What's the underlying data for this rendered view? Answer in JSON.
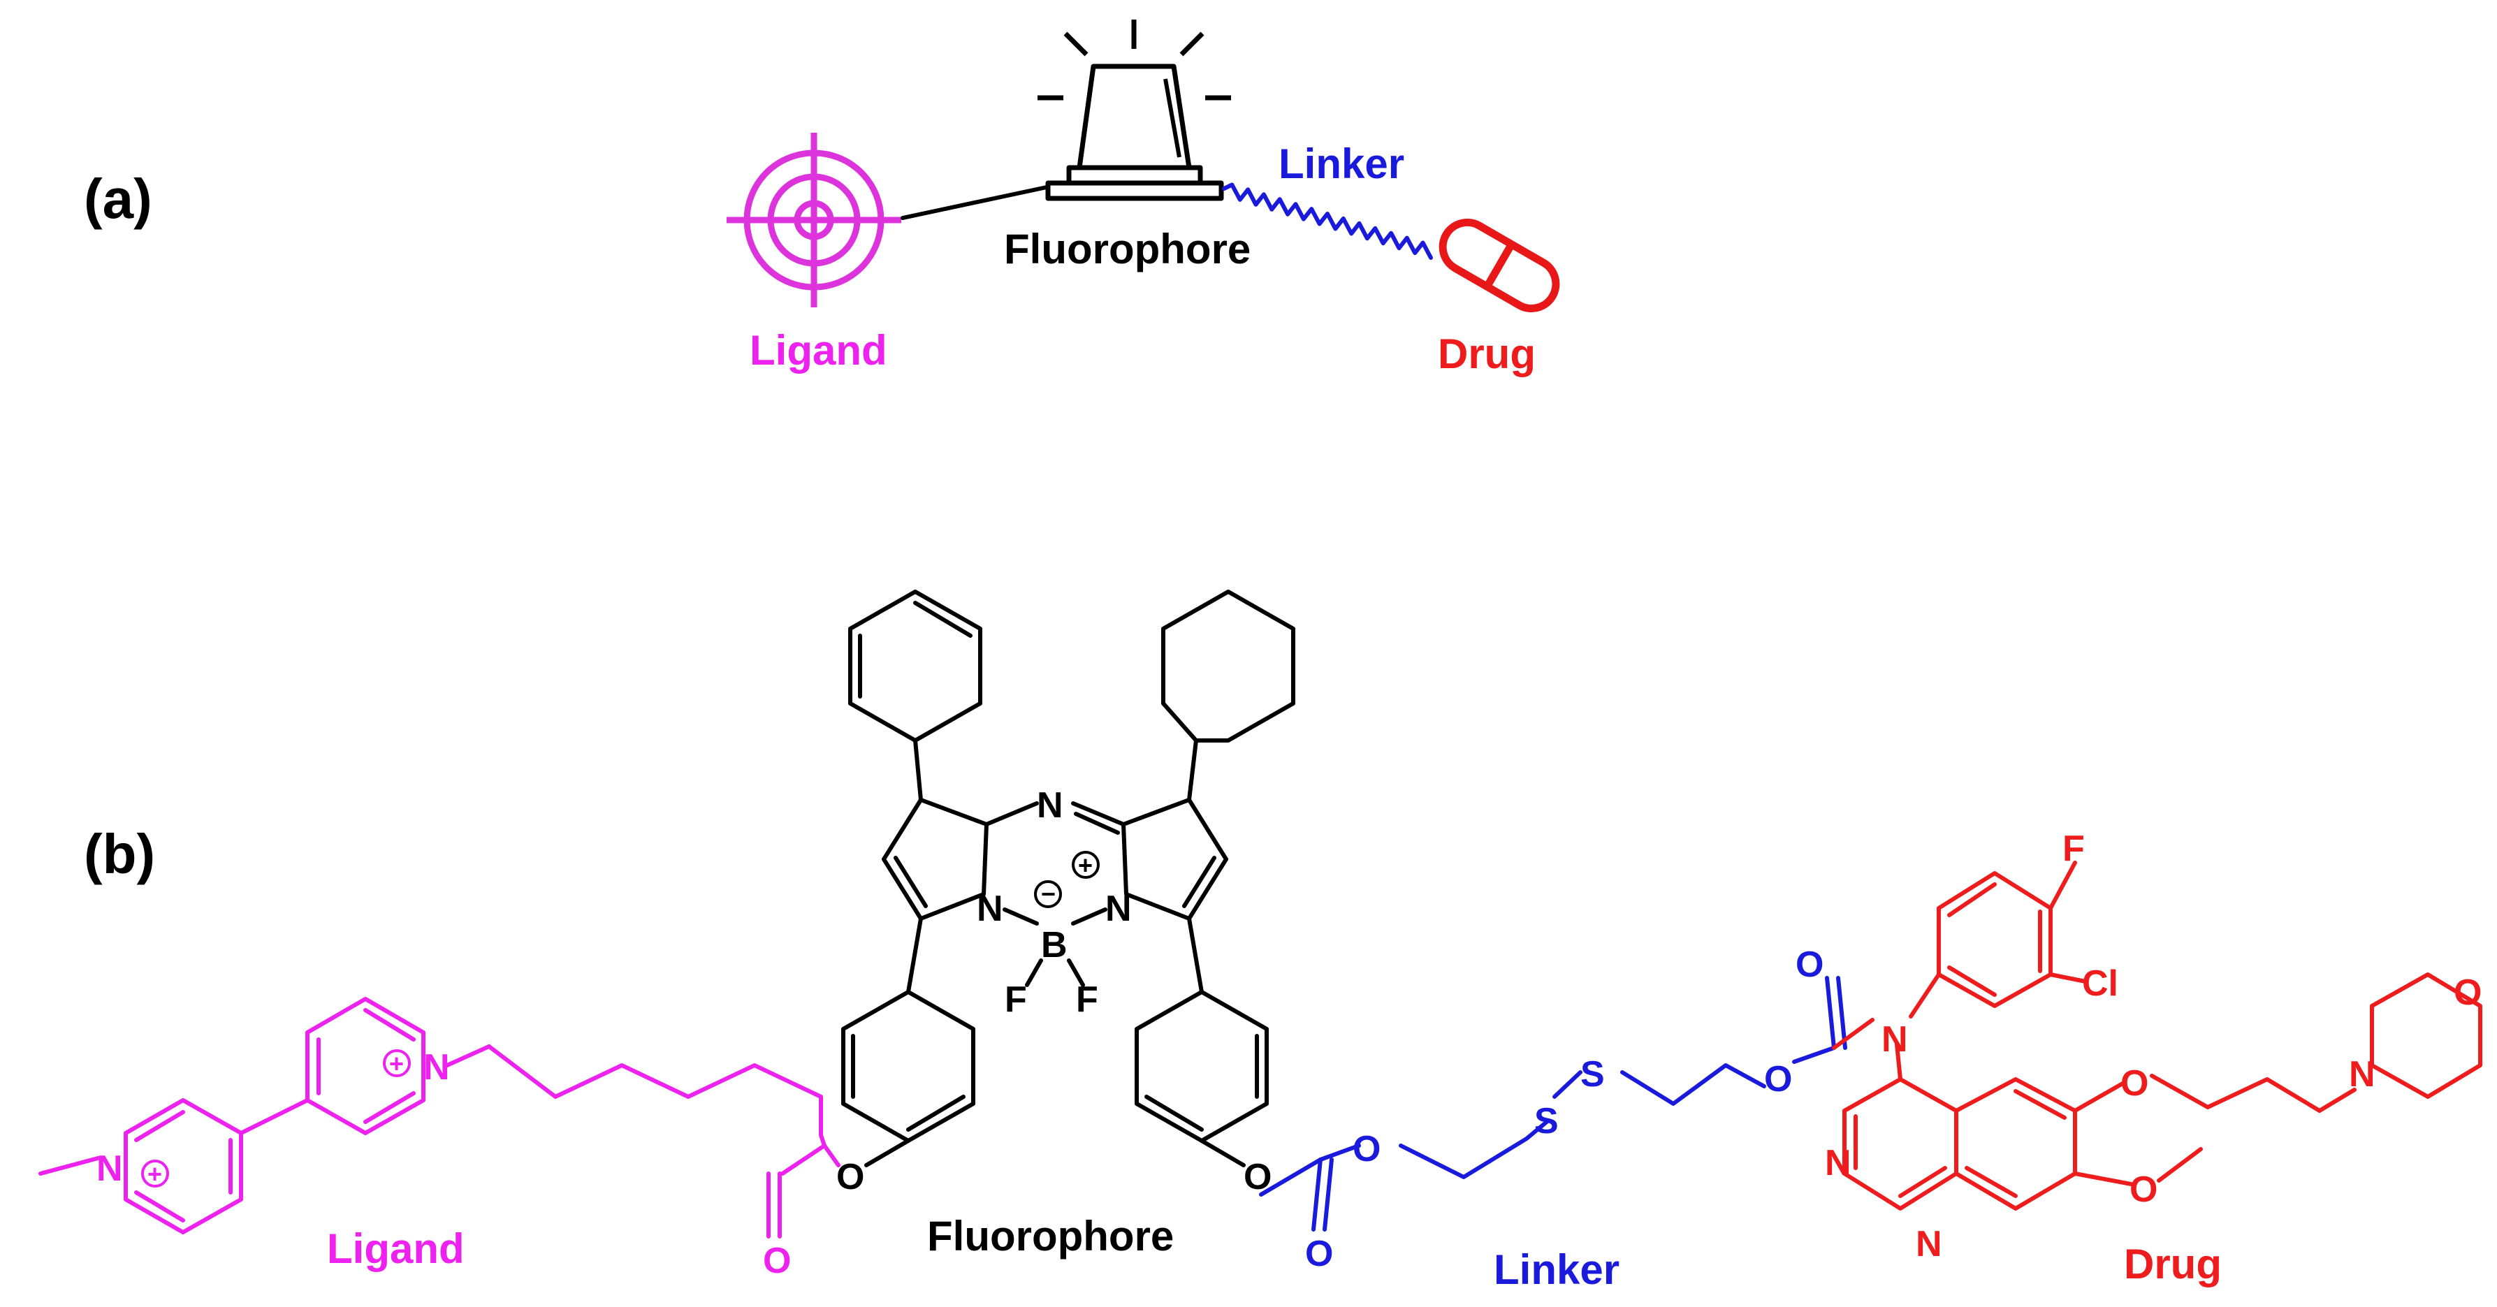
{
  "panels": {
    "a": "(a)",
    "b": "(b)"
  },
  "colors": {
    "ligand": "#ee22ee",
    "linker": "#1a1adc",
    "drug": "#ee1c1c",
    "fluorophore": "#000000"
  },
  "icons": {
    "ligand": "target-crosshair",
    "fluorophore": "alarm-beacon",
    "drug": "pill-capsule"
  },
  "schematic": {
    "ligand": "Ligand",
    "fluorophore": "Fluorophore",
    "linker": "Linker",
    "drug": "Drug"
  },
  "structure": {
    "ligand": "Ligand",
    "fluorophore": "Fluorophore",
    "linker": "Linker",
    "drug": "Drug",
    "atoms": {
      "n": "N",
      "b": "B",
      "f": "F",
      "o": "O",
      "s": "S",
      "cl": "Cl",
      "plus": "+",
      "minus": "−"
    }
  }
}
